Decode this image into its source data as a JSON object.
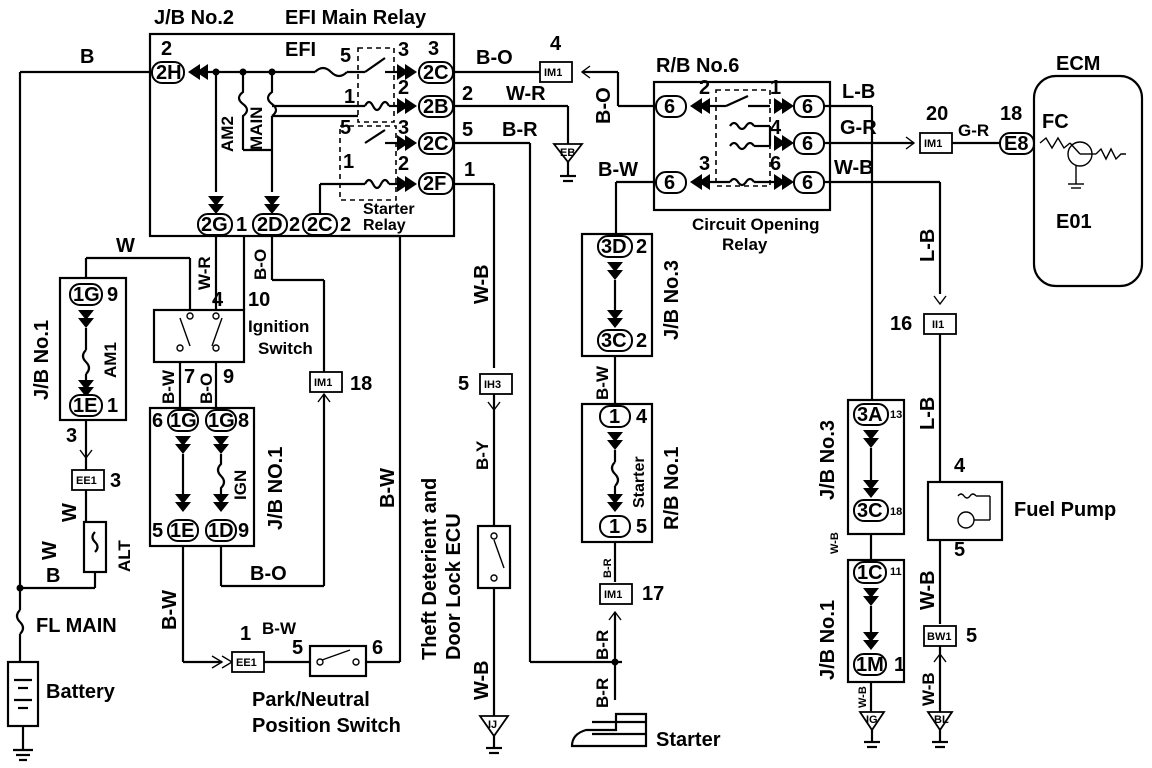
{
  "titles": {
    "jb2": "J/B No.2",
    "efi_main_relay": "EFI Main Relay",
    "rb6": "R/B No.6",
    "ecm": "ECM",
    "circuit_opening_relay_1": "Circuit Opening",
    "circuit_opening_relay_2": "Relay",
    "starter_relay_1": "Starter",
    "starter_relay_2": "Relay",
    "ignition_switch_1": "Ignition",
    "ignition_switch_2": "Switch",
    "jb1_left": "J/B No.1",
    "jb1_ign": "J/B NO.1",
    "jb3_center": "J/B No.3",
    "rb1": "R/B No.1",
    "jb3_right": "J/B No.3",
    "jb1_right": "J/B No.1",
    "theft_1": "Theft Deterient and",
    "theft_2": "Door Lock ECU",
    "park_1": "Park/Neutral",
    "park_2": "Position Switch",
    "fuel_pump": "Fuel Pump",
    "starter": "Starter",
    "battery": "Battery",
    "fl_main": "FL MAIN",
    "alt": "ALT",
    "am1": "AM1",
    "am2": "AM2",
    "main": "MAIN",
    "efi": "EFI",
    "ign": "IGN",
    "starter_fuse": "Starter",
    "fc": "FC",
    "e01": "E01"
  },
  "connectors": {
    "c2H": "2H",
    "c2C_top": "2C",
    "c2B": "2B",
    "c2C_mid": "2C",
    "c2F": "2F",
    "c2G": "2G",
    "c2D": "2D",
    "c2C_bot": "2C",
    "c1G_am1": "1G",
    "c1E_am1": "1E",
    "c1G_ign_a": "1G",
    "c1G_ign_b": "1G",
    "c1E_ign": "1E",
    "c1D_ign": "1D",
    "c3D": "3D",
    "c3C": "3C",
    "c1_top": "1",
    "c1_bot": "1",
    "c3A": "3A",
    "c3C_r": "3C",
    "c1C": "1C",
    "c1M": "1M",
    "c6_1": "6",
    "c6_2": "6",
    "c6_3": "6",
    "c6_4": "6",
    "c6_5": "6",
    "cE8": "E8",
    "IM1_top": "IM1",
    "IM1_ecm": "IM1",
    "IM1_ign": "IM1",
    "IM1_starter": "IM1",
    "EB": "EB",
    "EE1_alt": "EE1",
    "EE1_park": "EE1",
    "IH3": "IH3",
    "II1": "II1",
    "BW1": "BW1",
    "IJ": "IJ",
    "IG": "IG",
    "BL": "BL"
  },
  "wires": {
    "B_top": "B",
    "B_O_top": "B-O",
    "W_R_2B": "W-R",
    "B_R_2C": "B-R",
    "B_O_vert": "B-O",
    "B_W_rb6": "B-W",
    "L_B_top": "L-B",
    "G_R_top": "G-R",
    "G_R_ecm": "G-R",
    "W_B_rb6": "W-B",
    "L_B_right": "L-B",
    "L_B_right2": "L-B",
    "W_top": "W",
    "W_R_ign": "W-R",
    "B_O_2D": "B-O",
    "W_B_theft": "W-B",
    "B_W_ign": "B-W",
    "B_O_ign": "B-O",
    "B_W_left": "B-W",
    "B_O_bottom": "B-O",
    "W_alt1": "W",
    "W_alt2": "W",
    "B_alt": "B",
    "B_W_long": "B-W",
    "B_Y": "B-Y",
    "W_B_bot": "W-B",
    "B_W_jb3": "B-W",
    "B_R_rb1": "B-R",
    "B_R_bot": "B-R",
    "B_R_st": "B-R",
    "B_W_park": "B-W",
    "W_B_pump": "W-B",
    "W_B_ig": "W-B",
    "W_B_bl": "W-B",
    "W_B_jb": "W-B"
  },
  "pins": {
    "p2_2H": "2",
    "p3_2C_left": "3",
    "p3_2C_right": "3",
    "p5_efi": "5",
    "p1_2B": "1",
    "p2_2B_left": "2",
    "p2_2B_right": "2",
    "p5_2C_left": "5",
    "p3_2C_mid": "3",
    "p5_2C_right": "5",
    "p1_2F_left": "1",
    "p2_2F_left": "2",
    "p1_2F_right": "1",
    "p4_IM1": "4",
    "p1_2G": "1",
    "p2_2D": "2",
    "p2_2C": "2",
    "p2_rb6": "2",
    "p1_rb6": "1",
    "p4_rb6": "4",
    "p3_rb6": "3",
    "p6_rb6": "6",
    "p20": "20",
    "p18": "18",
    "p9_1G": "9",
    "p1_1E": "1",
    "p3_am1": "3",
    "p3_ee1": "3",
    "p4_ign": "4",
    "p10_ign": "10",
    "p7_ign": "7",
    "p9_ign": "9",
    "p6_1G": "6",
    "p8_1G": "8",
    "p5_1E": "5",
    "p9_1D": "9",
    "p18_IM1": "18",
    "p2_3D": "2",
    "p2_3C": "2",
    "p4_rb1": "4",
    "p5_rb1": "5",
    "p5_IH3": "5",
    "p17": "17",
    "p16": "16",
    "p13": "13",
    "p18_3C": "18",
    "p11": "11",
    "p1_1M": "1",
    "p4_pump": "4",
    "p5_pump": "5",
    "p5_bw1": "5",
    "p1_park": "1",
    "p5_park": "5",
    "p6_park": "6"
  }
}
